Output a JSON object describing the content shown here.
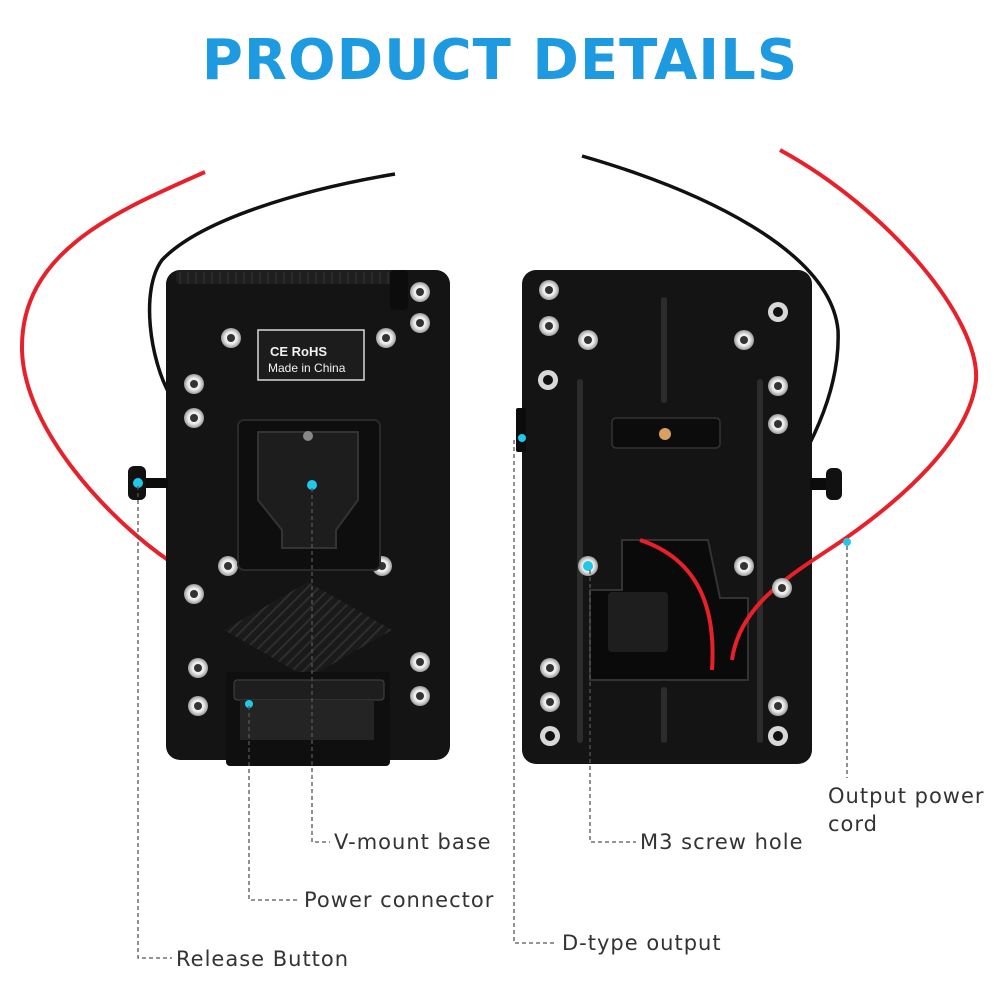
{
  "header": {
    "title": "PRODUCT DETAILS"
  },
  "colors": {
    "title": "#1e9be0",
    "callout": "#333333",
    "plate": "#141414",
    "wire_red": "#e8202a",
    "wire_black": "#111111",
    "marker": "#22c8e8"
  },
  "plate_label": {
    "line1": "CE RoHS",
    "line2": "Made in China"
  },
  "callouts": {
    "v_mount_base": "V-mount base",
    "power_connector": "Power connector",
    "release_button": "Release Button",
    "m3_screw_hole": "M3 screw hole",
    "d_type_output": "D-type output",
    "output_power_cord_line1": "Output power",
    "output_power_cord_line2": "cord"
  }
}
